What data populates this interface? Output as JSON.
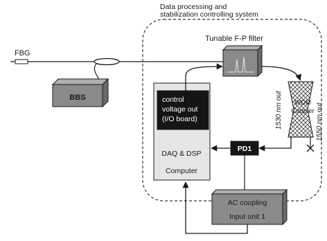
{
  "system_label": [
    "Data processing and",
    "stabilization controlling system"
  ],
  "fbg_label": "FBG",
  "bbs_label": "BBS",
  "filter_label": "Tunable F-P filter",
  "control_box": [
    "control",
    "voltage out",
    "(I/O board)"
  ],
  "computer_label": [
    "DAQ & DSP",
    "Computer"
  ],
  "pd1_label": "PD1",
  "wdm_label": [
    "WDM",
    "Coupler"
  ],
  "out_1530": "1530 nm out",
  "out_1550": "1550 nm out",
  "ac_label": [
    "AC coupling",
    "Input unit 1"
  ],
  "colors": {
    "ink": "#1a1a1a",
    "box_fill": "#8a8a8a",
    "dark_fill": "#151515",
    "panel_fill": "#e6e6e6"
  }
}
